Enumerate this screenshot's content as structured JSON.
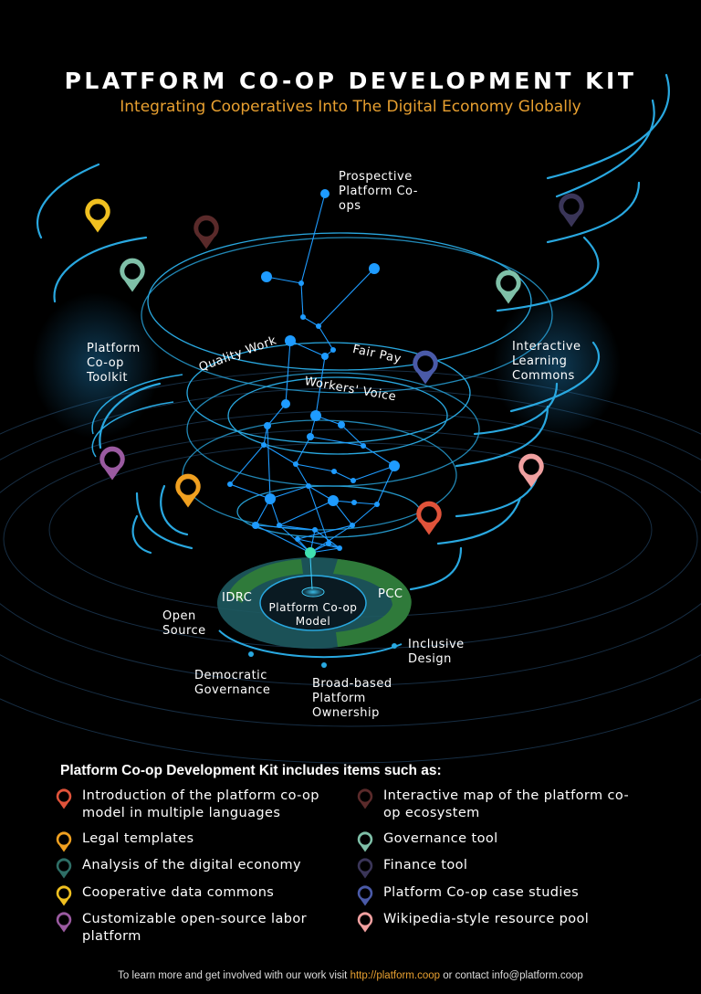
{
  "header": {
    "title": "PLATFORM CO-OP DEVELOPMENT KIT",
    "subtitle": "Integrating Cooperatives Into The Digital Economy Globally"
  },
  "diagram": {
    "labels": {
      "prospective": "Prospective Platform Co-ops",
      "toolkit": "Platform Co-op Toolkit",
      "learning": "Interactive Learning Commons",
      "quality_work": "Quality Work",
      "fair_pay": "Fair Pay",
      "workers_voice": "Workers' Voice",
      "idrc": "IDRC",
      "pcc": "PCC",
      "model": "Platform Co-op Model",
      "open_source": "Open Source",
      "inclusive_design": "Inclusive Design",
      "democratic_governance": "Democratic Governance",
      "broad_based": "Broad-based Platform Ownership"
    },
    "colors": {
      "background": "#000000",
      "ring_blue": "#29a8e0",
      "node_blue": "#1e9bff",
      "core_green": "#2f7a3a",
      "core_teal": "#1e5a60",
      "accent_orange": "#e8a030"
    }
  },
  "kit": {
    "heading": "Platform Co-op Development Kit includes items such as:",
    "left": [
      {
        "text": "Introduction of the platform co-op model in multiple languages",
        "color": "#e0533a",
        "icon": "map-pin-icon"
      },
      {
        "text": "Legal templates",
        "color": "#f0a020",
        "icon": "map-pin-icon"
      },
      {
        "text": "Analysis of the digital economy",
        "color": "#2e6e66",
        "icon": "map-pin-icon"
      },
      {
        "text": "Cooperative data commons",
        "color": "#f0c020",
        "icon": "map-pin-icon"
      },
      {
        "text": "Customizable open-source labor platform",
        "color": "#9a5aa0",
        "icon": "map-pin-icon"
      }
    ],
    "right": [
      {
        "text": "Interactive map of the platform co-op ecosystem",
        "color": "#5a2a2a",
        "icon": "map-pin-icon"
      },
      {
        "text": "Governance tool",
        "color": "#7fc0a8",
        "icon": "map-pin-icon"
      },
      {
        "text": "Finance tool",
        "color": "#3a3558",
        "icon": "map-pin-icon"
      },
      {
        "text": "Platform Co-op case studies",
        "color": "#4a5aa8",
        "icon": "map-pin-icon"
      },
      {
        "text": "Wikipedia-style resource pool",
        "color": "#f0a0a0",
        "icon": "map-pin-icon"
      }
    ]
  },
  "footer": {
    "prefix": "To learn more and get involved with our work visit ",
    "link": "http://platform.coop",
    "middle": " or contact ",
    "email": "info@platform.coop"
  }
}
